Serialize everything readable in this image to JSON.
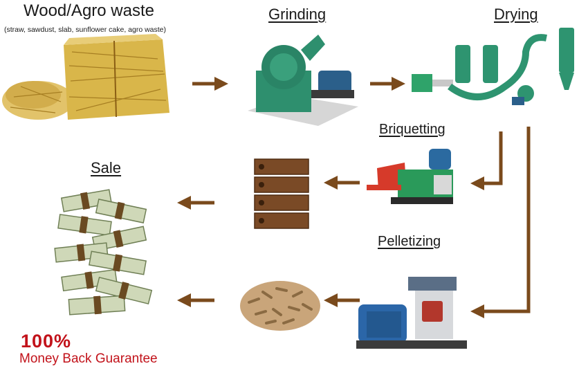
{
  "diagram": {
    "steps": {
      "wood": {
        "title": "Wood/Agro waste",
        "subtitle": "(straw, sawdust, slab, sunflower cake, agro waste)"
      },
      "grinding": {
        "title": "Grinding"
      },
      "drying": {
        "title": "Drying"
      },
      "briquetting": {
        "title": "Briquetting"
      },
      "pelletizing": {
        "title": "Pelletizing"
      },
      "sale": {
        "title": "Sale"
      }
    },
    "guarantee": {
      "percent": "100%",
      "text": "Money Back Guarantee"
    }
  },
  "colors": {
    "arrow": "#7a4a1c",
    "guarantee": "#c2121a",
    "machine_green": "#2e8f6e",
    "straw": "#d9b64a"
  },
  "icons": [
    "straw-bale-image",
    "grinder-machine-image",
    "dryer-machine-image",
    "briquette-press-image",
    "briquettes-image",
    "pellet-mill-image",
    "pellets-image",
    "money-stack-image"
  ]
}
